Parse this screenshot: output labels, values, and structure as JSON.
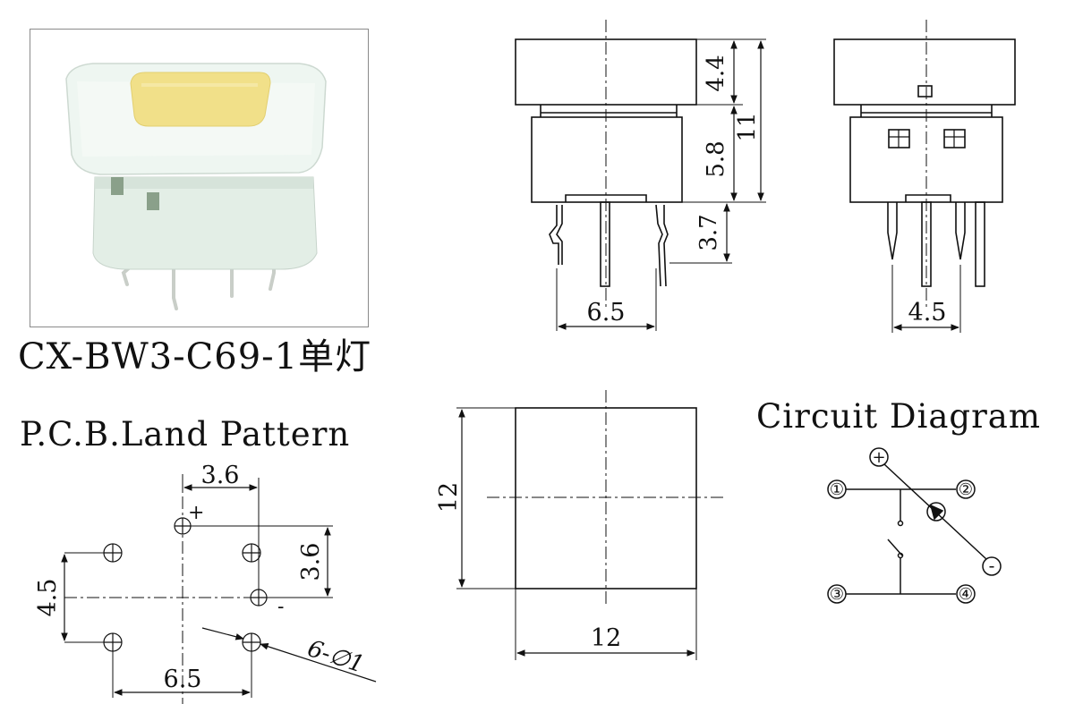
{
  "product": {
    "model": "CX-BW3-C69-1单灯",
    "led_color": "#f1e089"
  },
  "front_view": {
    "dims": {
      "cap_height": "4.4",
      "body_height": "5.8",
      "total_height": "11",
      "pin_length": "3.7",
      "pin_pitch": "6.5"
    }
  },
  "side_view": {
    "dims": {
      "pin_pitch": "4.5"
    }
  },
  "pcb": {
    "title": "P.C.B.Land Pattern",
    "dims": {
      "h_top": "3.6",
      "v_right": "3.6",
      "v_left": "4.5",
      "h_bottom": "6.5",
      "hole": "6-∅1"
    },
    "plus_mark": "+",
    "minus_mark": "-"
  },
  "top_view": {
    "dims": {
      "height": "12",
      "width": "12"
    }
  },
  "circuit": {
    "title": "Circuit Diagram",
    "terminals": [
      "①",
      "②",
      "③",
      "④"
    ],
    "plus_mark": "+",
    "minus_mark": "-"
  }
}
